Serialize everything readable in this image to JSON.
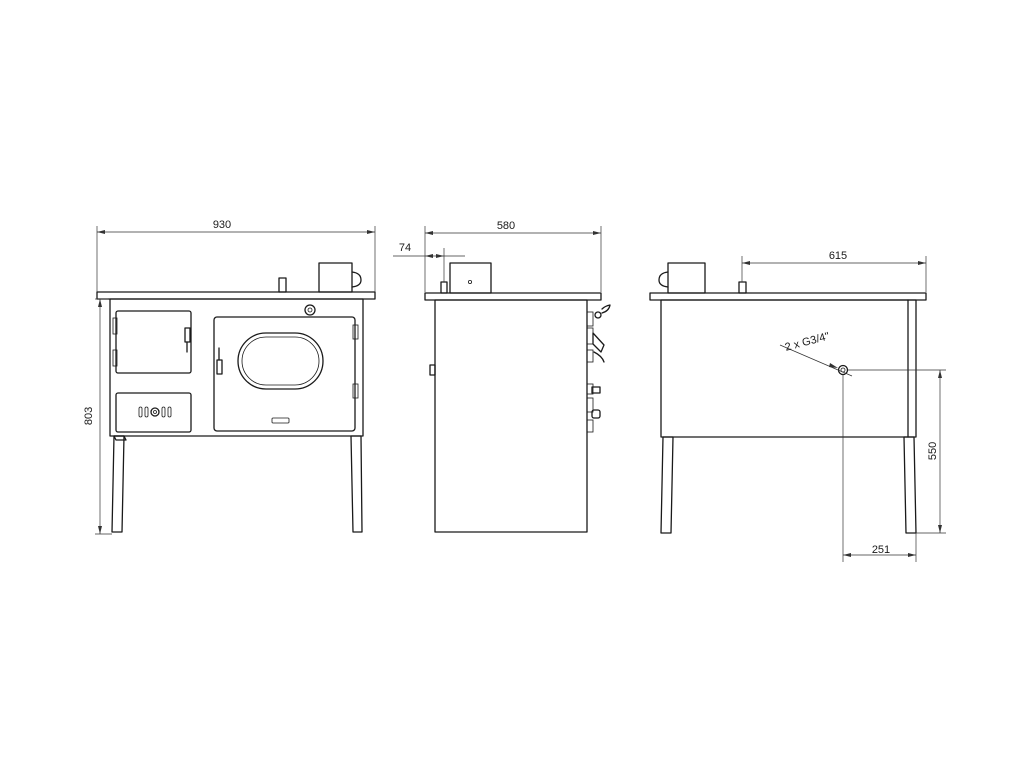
{
  "dimensions": {
    "front_width": "930",
    "front_height": "803",
    "side_depth": "580",
    "side_offset": "74",
    "rear_width": "615",
    "connection_height": "550",
    "connection_offset": "251"
  },
  "annotations": {
    "connection_label": "2 x G3/4\""
  }
}
